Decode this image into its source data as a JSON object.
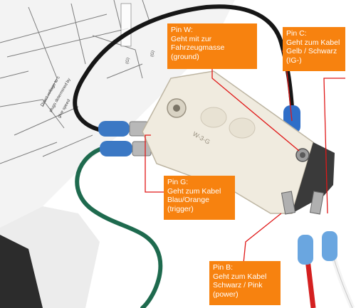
{
  "image": {
    "scene": "photo of an ignition module with four connector wires placed on a printed schematic diagram",
    "colors": {
      "callout": "#f7820f",
      "leader_line": "#e01818",
      "module_body": "#f0ebdf",
      "wire_black": "#161616",
      "wire_green": "#1e6a4e",
      "wire_red": "#d42020",
      "wire_white": "#f4f4f4",
      "connector_blue": "#3b78c4",
      "paper": "#f3f3f3"
    }
  },
  "callouts": {
    "pin_w": {
      "title": "Pin W:",
      "line1": "Geht mit zur",
      "line2": "Fahrzeugmasse",
      "line3": "(ground)"
    },
    "pin_c": {
      "title": "Pin C:",
      "line1": "Geht zum Kabel",
      "line2": "Gelb / Schwarz",
      "line3": "(IG-)"
    },
    "pin_g": {
      "title": "Pin G:",
      "line1": "Geht zum Kabel",
      "line2": "Blau/Orange",
      "line3": "(trigger)"
    },
    "pin_b": {
      "title": "Pin B:",
      "line1": "Geht zum Kabel",
      "line2": "Schwarz / Pink",
      "line3": "(power)"
    }
  }
}
